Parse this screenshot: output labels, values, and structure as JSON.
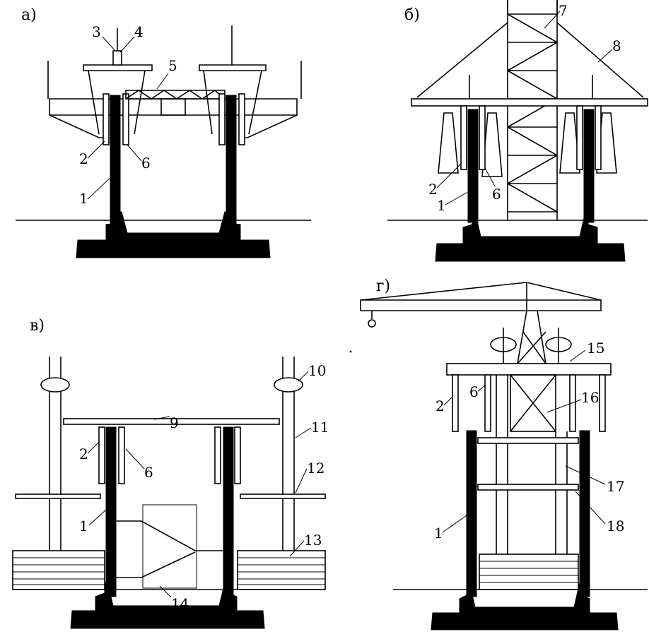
{
  "panels": [
    {
      "id": "a",
      "label": "а)",
      "callouts": [
        "1",
        "2",
        "3",
        "4",
        "5",
        "6"
      ]
    },
    {
      "id": "b",
      "label": "б)",
      "callouts": [
        "1",
        "2",
        "6",
        "7",
        "8"
      ]
    },
    {
      "id": "v",
      "label": "в)",
      "callouts": [
        "1",
        "2",
        "6",
        "9",
        "10",
        "11",
        "12",
        "13",
        "14"
      ]
    },
    {
      "id": "g",
      "label": "г)",
      "callouts": [
        "1",
        "2",
        "6",
        "15",
        "16",
        "17",
        "18"
      ]
    }
  ]
}
